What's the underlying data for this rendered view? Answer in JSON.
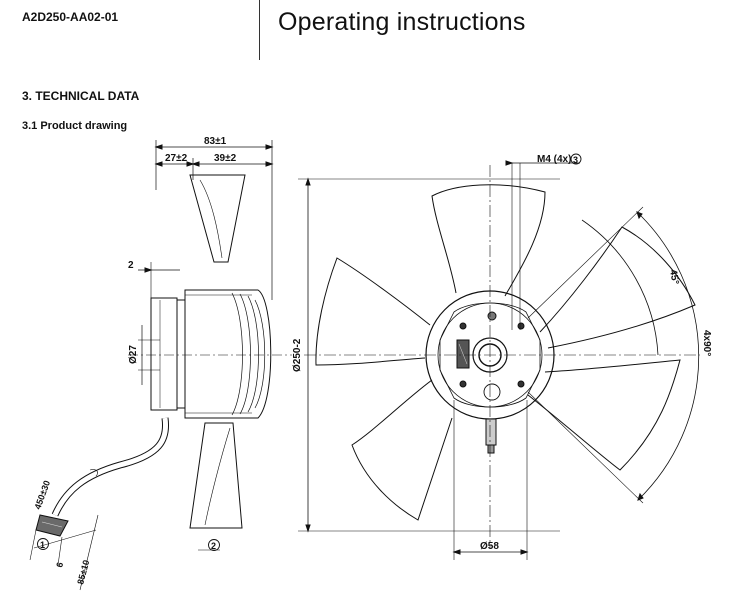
{
  "header": {
    "doc_code": "A2D250-AA02-01",
    "title": "Operating instructions"
  },
  "section": {
    "title": "3. TECHNICAL DATA",
    "subsection": "3.1 Product drawing"
  },
  "drawing": {
    "dim_overall_depth": "83±1",
    "dim_front_depth": "27±2",
    "dim_rear_depth": "39±2",
    "dim_offset": "2",
    "dim_shaft_diameter": "Ø27",
    "dim_cable_length": "450±30",
    "dim_strip_length": "85±10",
    "dim_wire_end": "6",
    "callout_1": "1",
    "callout_2": "2",
    "dim_fan_diameter": "Ø250-2",
    "dim_hub_diameter": "Ø58",
    "dim_thread": "M4 (4x)",
    "callout_3": "3",
    "dim_angle_45": "45°",
    "dim_angle_4x90": "4x90°"
  }
}
